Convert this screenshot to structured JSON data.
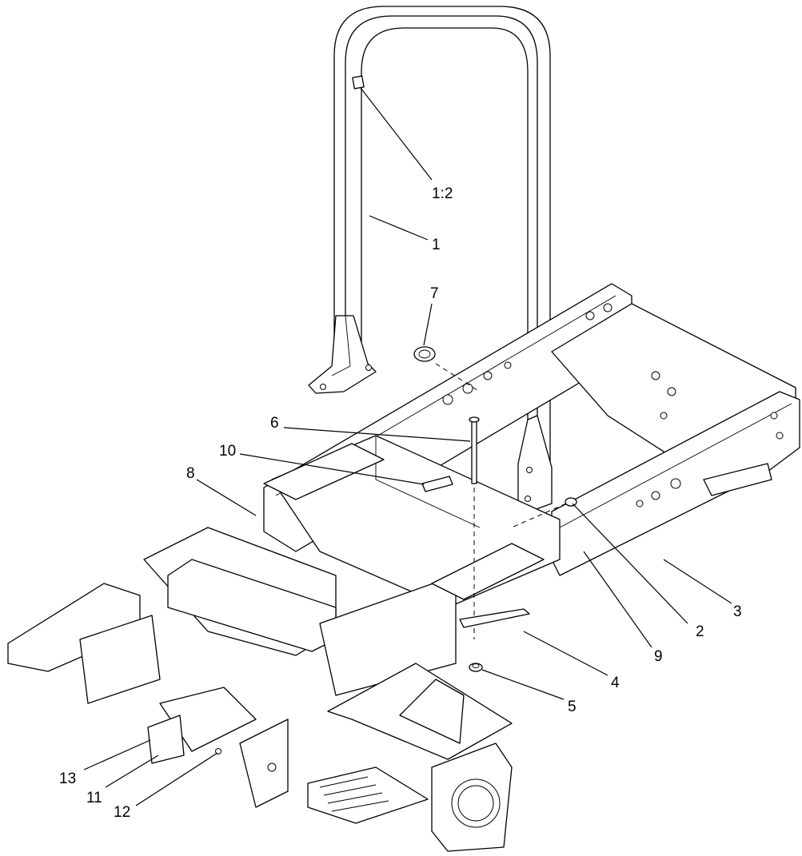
{
  "callouts": {
    "c1_2": "1:2",
    "c1": "1",
    "c2": "2",
    "c3": "3",
    "c4": "4",
    "c5": "5",
    "c6": "6",
    "c7": "7",
    "c8": "8",
    "c9": "9",
    "c10": "10",
    "c11": "11",
    "c12": "12",
    "c13": "13"
  }
}
